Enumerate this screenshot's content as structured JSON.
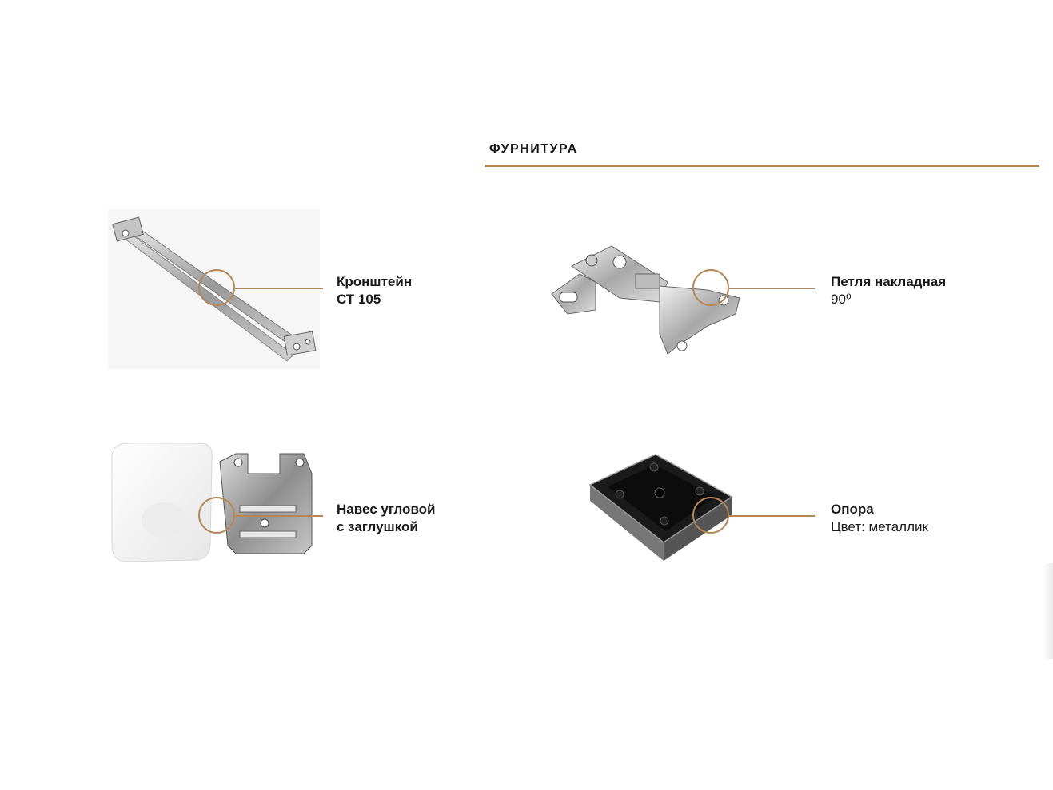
{
  "section": {
    "title": "ФУРНИТУРА",
    "accent_color": "#b58757"
  },
  "products": [
    {
      "name_line1": "Кронштейн",
      "name_line2": "СТ 105",
      "icon": "bracket-rod-image"
    },
    {
      "name_line1": "Петля накладная",
      "sub": "90⁰",
      "icon": "hinge-image"
    },
    {
      "name_line1": "Навес угловой",
      "name_line2": "с заглушкой",
      "icon": "corner-hanger-image"
    },
    {
      "name_line1": "Опора",
      "sub": "Цвет: металлик",
      "icon": "support-foot-image"
    }
  ]
}
